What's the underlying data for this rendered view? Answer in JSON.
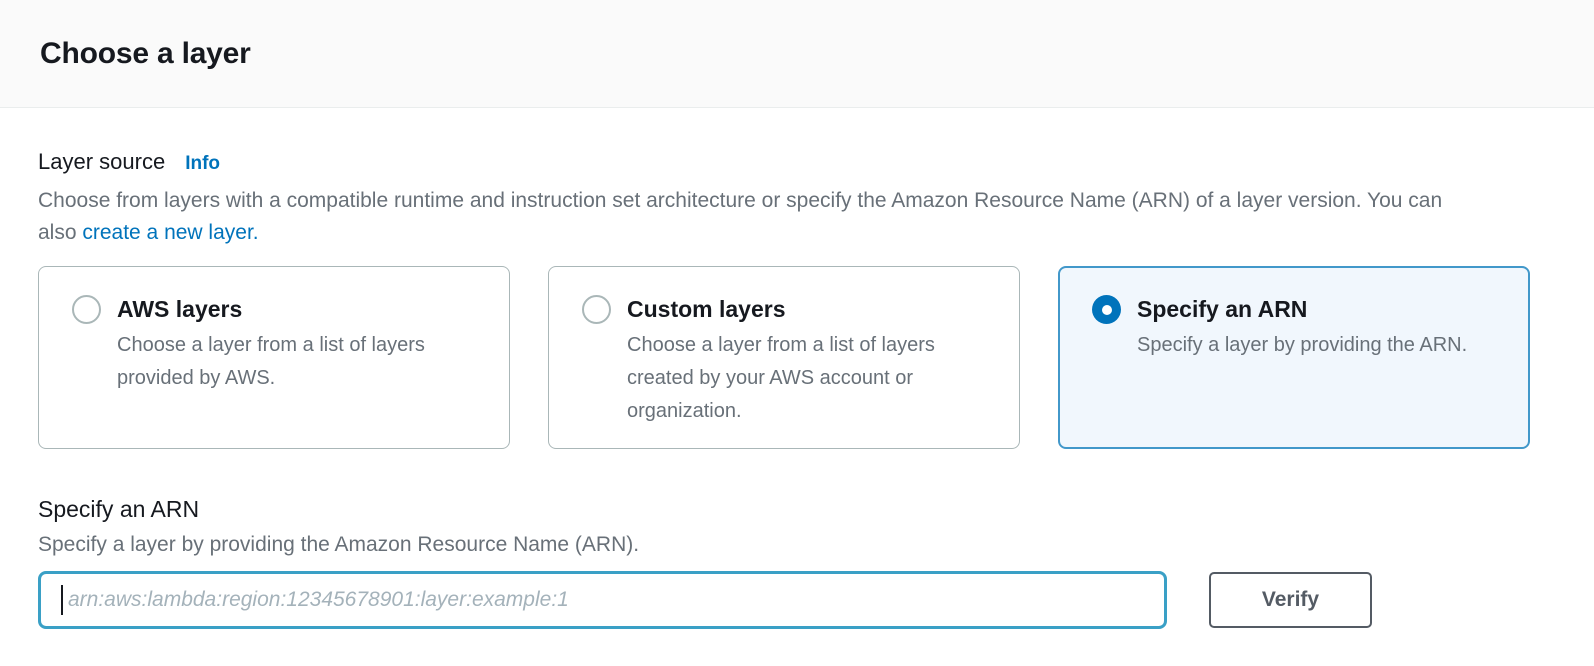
{
  "header": {
    "title": "Choose a layer"
  },
  "layer_source": {
    "label": "Layer source",
    "info_label": "Info",
    "description": "Choose from layers with a compatible runtime and instruction set architecture or specify the Amazon Resource Name (ARN) of a layer version. You can also ",
    "link_label": "create a new layer."
  },
  "cards": [
    {
      "title": "AWS layers",
      "description": "Choose a layer from a list of layers provided by AWS.",
      "selected": false
    },
    {
      "title": "Custom layers",
      "description": "Choose a layer from a list of layers created by your AWS account or organization.",
      "selected": false
    },
    {
      "title": "Specify an ARN",
      "description": "Specify a layer by providing the ARN.",
      "selected": true
    }
  ],
  "arn": {
    "title": "Specify an ARN",
    "description": "Specify a layer by providing the Amazon Resource Name (ARN).",
    "input_value": "",
    "input_placeholder": "arn:aws:lambda:region:12345678901:layer:example:1",
    "verify_label": "Verify"
  },
  "colors": {
    "accent_blue": "#0073bb",
    "selected_card_border": "#4298ca",
    "selected_card_bg": "#f1f7fd",
    "input_focus_border": "#3aa0c6",
    "header_bg": "#fafafa",
    "divider": "#eaeded",
    "text_primary": "#16191f",
    "text_secondary": "#687078",
    "button_border": "#545b64"
  }
}
